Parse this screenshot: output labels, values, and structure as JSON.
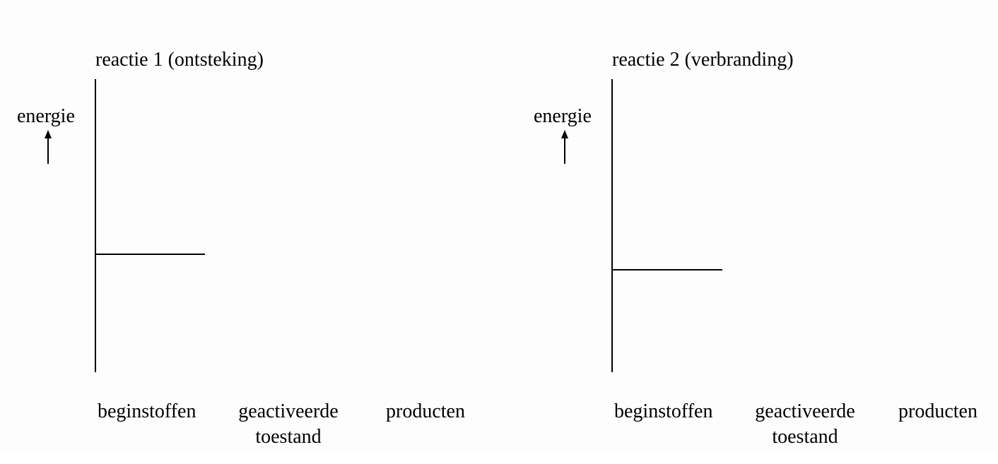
{
  "diagrams": [
    {
      "title": "reactie 1 (ontsteking)",
      "y_label": "energie",
      "x_labels": {
        "start": "beginstoffen",
        "activated_line1": "geactiveerde",
        "activated_line2": "toestand",
        "end": "producten"
      }
    },
    {
      "title": "reactie 2 (verbranding)",
      "y_label": "energie",
      "x_labels": {
        "start": "beginstoffen",
        "activated_line1": "geactiveerde",
        "activated_line2": "toestand",
        "end": "producten"
      }
    }
  ]
}
